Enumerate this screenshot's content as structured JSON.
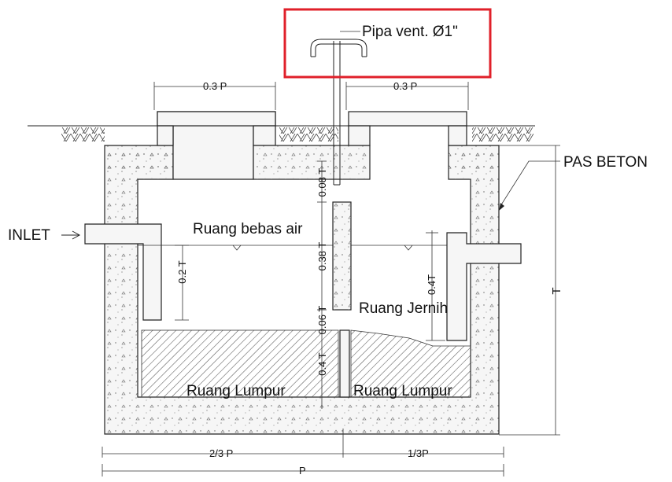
{
  "highlight_color": "#e0202a",
  "labels": {
    "vent_pipe": "Pipa vent. Ø1\"",
    "inlet": "INLET",
    "concrete_wall": "PAS BETON",
    "air_space": "Ruang bebas air",
    "clear_room": "Ruang Jernih",
    "sludge_left": "Ruang Lumpur",
    "sludge_right": "Ruang Lumpur"
  },
  "dimensions": {
    "top_left_opening": "0.3 P",
    "top_right_opening": "0.3 P",
    "height_total": "T",
    "baffle_top_gap": "0.08 T",
    "baffle_height": "0.38 T",
    "baffle_bottom_gap": "0.06 T",
    "sludge_depth": "0.4 T",
    "inlet_drop": "0.2 T",
    "outlet_drop": "0.4T",
    "bottom_left": "2/3 P",
    "bottom_right": "1/3P",
    "bottom_total": "P"
  }
}
